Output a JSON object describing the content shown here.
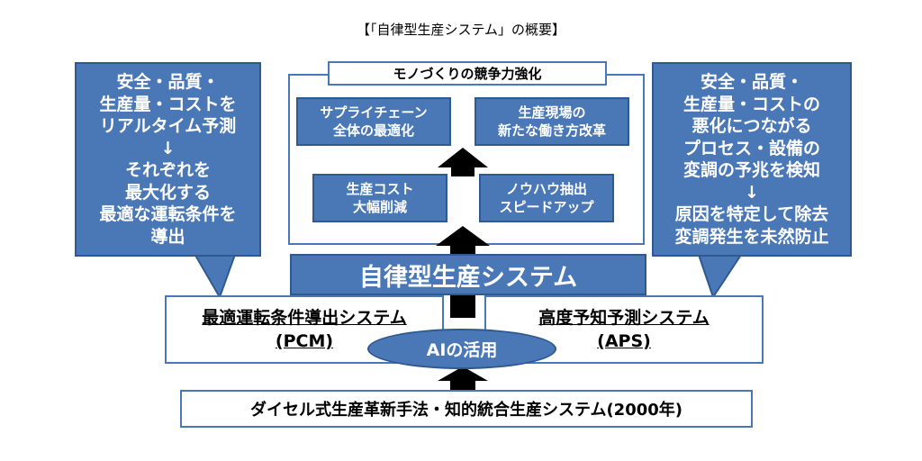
{
  "title": "【「自律型生産システム」の概要】",
  "left_callout": [
    "安全・品質・",
    "生産量・コストを",
    "リアルタイム予測",
    "↓",
    "それぞれを",
    "最大化する",
    "最適な運転条件を",
    "導出"
  ],
  "right_callout": [
    "安全・品質・",
    "生産量・コストの",
    "悪化につながる",
    "プロセス・設備の",
    "変調の予兆を検知",
    "↓",
    "原因を特定して除去",
    "変調発生を未然防止"
  ],
  "competitiveness_label": "モノづくりの競争力強化",
  "boxes": {
    "supply_chain": [
      "サプライチェーン",
      "全体の最適化"
    ],
    "work_reform": [
      "生産現場の",
      "新たな働き方改革"
    ],
    "cost": [
      "生産コスト",
      "大幅削減"
    ],
    "knowhow": [
      "ノウハウ抽出",
      "スピードアップ"
    ]
  },
  "autonomous_system": "自律型生産システム",
  "pcm": {
    "name": "最適運転条件導出システム",
    "abbr": "(PCM)"
  },
  "aps": {
    "name": "高度予知予測システム",
    "abbr": "(APS)"
  },
  "ai_label": "AIの活用",
  "foundation": "ダイセル式生産革新手法・知的統合生産システム(2000年)",
  "colors": {
    "primary_blue": "#4a78b7",
    "border_blue": "#2e5a90"
  }
}
